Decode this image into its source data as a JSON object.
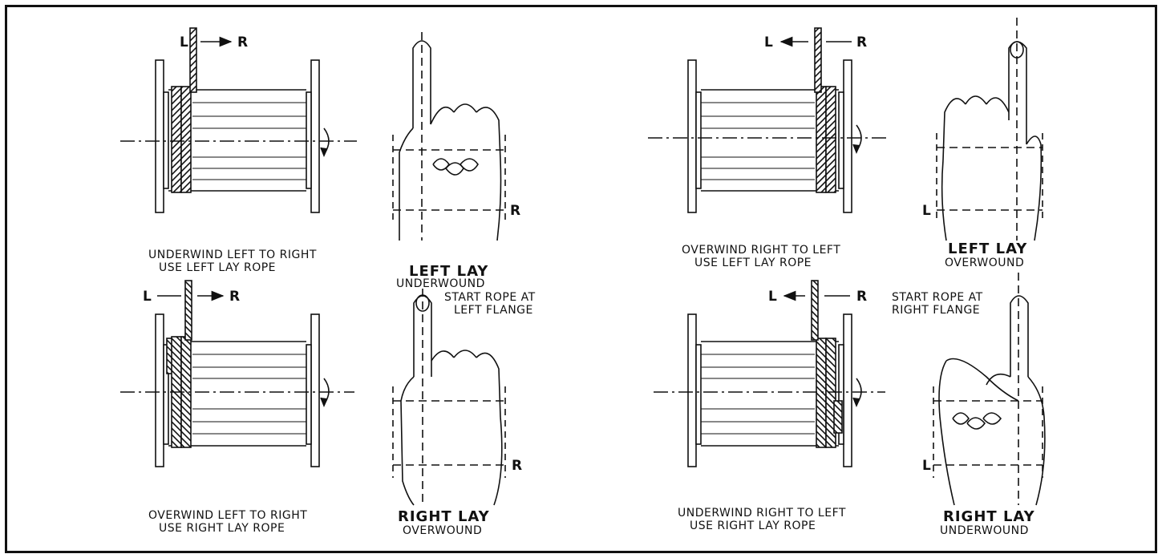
{
  "panels": [
    {
      "id": "p1",
      "caption_line1": "UNDERWIND LEFT TO RIGHT",
      "caption_line2": "USE LEFT LAY ROPE",
      "lay_title": "LEFT LAY",
      "lay_sub": "UNDERWOUND",
      "dir_left": "L",
      "dir_right": "R",
      "hand_side_label": "R",
      "note_line1": "",
      "note_line2": ""
    },
    {
      "id": "p2",
      "caption_line1": "OVERWIND RIGHT TO LEFT",
      "caption_line2": "USE LEFT LAY ROPE",
      "lay_title": "LEFT LAY",
      "lay_sub": "OVERWOUND",
      "dir_left": "L",
      "dir_right": "R",
      "hand_side_label": "L",
      "note_line1": "",
      "note_line2": ""
    },
    {
      "id": "p3",
      "caption_line1": "OVERWIND LEFT TO RIGHT",
      "caption_line2": "USE RIGHT LAY ROPE",
      "lay_title": "RIGHT LAY",
      "lay_sub": "OVERWOUND",
      "dir_left": "L",
      "dir_right": "R",
      "hand_side_label": "R",
      "note_line1": "START ROPE AT",
      "note_line2": "LEFT FLANGE"
    },
    {
      "id": "p4",
      "caption_line1": "UNDERWIND RIGHT TO LEFT",
      "caption_line2": "USE RIGHT LAY ROPE",
      "lay_title": "RIGHT LAY",
      "lay_sub": "UNDERWOUND",
      "dir_left": "L",
      "dir_right": "R",
      "hand_side_label": "L",
      "note_line1": "START ROPE AT",
      "note_line2": "RIGHT FLANGE"
    }
  ]
}
